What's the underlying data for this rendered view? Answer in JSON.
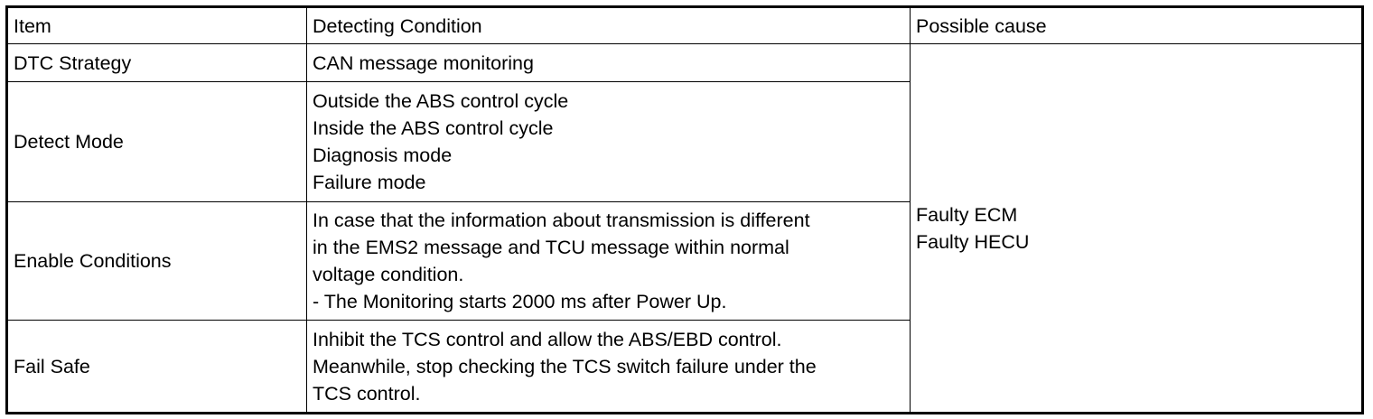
{
  "table": {
    "headers": {
      "item": "Item",
      "condition": "Detecting Condition",
      "cause": "Possible cause"
    },
    "rows": [
      {
        "item": "DTC Strategy",
        "condition_lines": [
          "CAN message monitoring"
        ]
      },
      {
        "item": "Detect Mode",
        "condition_lines": [
          "Outside the ABS control cycle",
          "Inside the ABS control cycle",
          "Diagnosis mode",
          "Failure mode"
        ]
      },
      {
        "item": "Enable Conditions",
        "condition_lines": [
          "In case that the information about transmission is different",
          "in the EMS2 message and TCU message within normal",
          "voltage condition.",
          "- The Monitoring starts 2000 ms after Power Up."
        ]
      },
      {
        "item": "Fail Safe",
        "condition_lines": [
          "Inhibit the TCS control and allow the ABS/EBD control.",
          "Meanwhile, stop checking the TCS switch failure under the",
          "TCS control."
        ]
      }
    ],
    "possible_cause_lines": [
      "Faulty ECM",
      "Faulty HECU"
    ]
  }
}
